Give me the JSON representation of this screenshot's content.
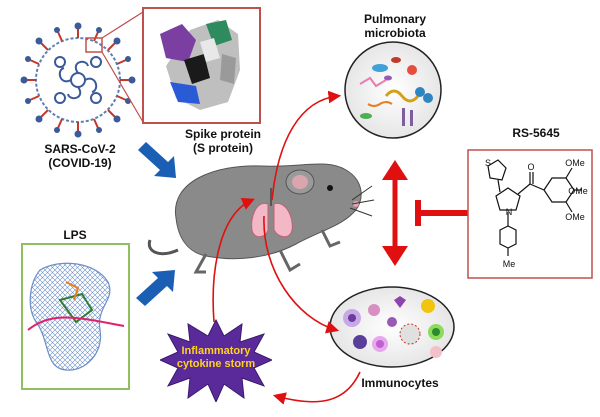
{
  "virus": {
    "name": "SARS-CoV-2",
    "disease": "(COVID-19)"
  },
  "spike": {
    "line1": "Spike protein",
    "line2": "(S protein)"
  },
  "lps": {
    "label": "LPS"
  },
  "microbiota": {
    "line1": "Pulmonary",
    "line2": "microbiota"
  },
  "compound": {
    "name": "RS-5645",
    "substituents": {
      "ome1": "OMe",
      "ome2": "OMe",
      "ome3": "OMe",
      "me": "Me",
      "o": "O",
      "n": "N",
      "s": "S"
    }
  },
  "storm": {
    "line1": "Inflammatory",
    "line2": "cytokine storm"
  },
  "immunocytes": {
    "label": "Immunocytes"
  },
  "colors": {
    "red_arrow": "#e01010",
    "blue_arrow": "#1a5fb4",
    "storm_fill": "#5a2a9a",
    "storm_text": "#ffd21f",
    "box_red": "#c0504d",
    "box_green": "#8fbf5f"
  }
}
